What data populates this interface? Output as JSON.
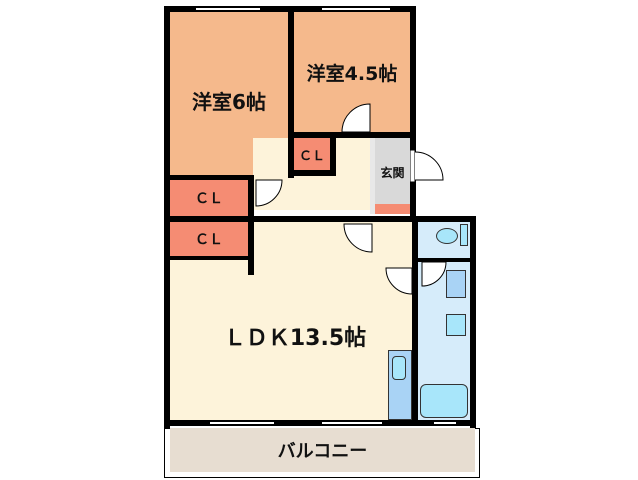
{
  "floorplan": {
    "rooms": {
      "western_6": {
        "label": "洋室6帖",
        "color": "#F5B98C"
      },
      "western_45": {
        "label": "洋室4.5帖",
        "color": "#F5B98C"
      },
      "closet_1": {
        "label": "ＣＬ",
        "color": "#F58C73"
      },
      "closet_2": {
        "label": "ＣＬ",
        "color": "#F58C73"
      },
      "closet_3": {
        "label": "ＣＬ",
        "color": "#F58C73"
      },
      "entrance": {
        "label": "玄関",
        "color": "#D9D9D9"
      },
      "ldk": {
        "label": "ＬＤＫ13.5帖",
        "color": "#FDF3DA"
      },
      "hallway": {
        "label": "",
        "color": "#FDF3DA"
      },
      "wet_area": {
        "label": "",
        "color": "#D6ECFA"
      },
      "balcony": {
        "label": "バルコニー",
        "color": "#E7DDD1"
      }
    },
    "colors": {
      "wall": "#000000",
      "fixture": "#A8E6FA"
    }
  }
}
